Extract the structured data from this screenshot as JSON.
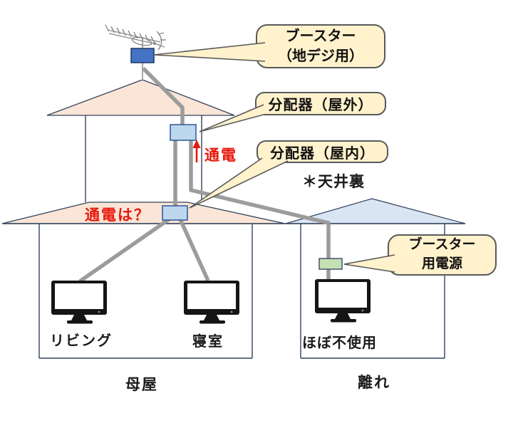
{
  "callouts": {
    "booster_antenna": {
      "line1": "ブースター",
      "line2": "（地デジ用）"
    },
    "splitter_outdoor": {
      "label": "分配器（屋外）"
    },
    "splitter_indoor": {
      "label": "分配器（屋内）"
    },
    "booster_power": {
      "line1": "ブースター",
      "line2": "用電源"
    }
  },
  "annotations": {
    "attic_note": "＊天井裏",
    "power_on": "通電",
    "power_question": "通電は？"
  },
  "rooms": {
    "living": "リビング",
    "bedroom": "寝室",
    "unused": "ほぼ不使用"
  },
  "buildings": {
    "main_house": "母屋",
    "detached": "離れ"
  },
  "colors": {
    "callout_fill": "#FFF2CC",
    "callout_border": "#595959",
    "roof_peach": "#FBE5D6",
    "roof_blue": "#D9E5F2",
    "splitter_fill": "#BDD7EE",
    "booster_fill": "#4472C4",
    "power_fill": "#C5E0B4",
    "cable_gray": "#9C9C9C",
    "outline_navy": "#32435E",
    "accent_red": "#e8170b",
    "tv_black": "#151515"
  }
}
